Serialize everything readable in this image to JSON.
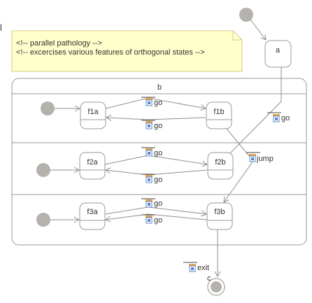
{
  "note": {
    "lines": [
      "<!-- parallel pathology -->",
      "<!-- excercises various features of orthogonal states -->"
    ]
  },
  "edge_glyph": "l",
  "states": {
    "a": "a",
    "b": "b",
    "c": "c",
    "f1a": "f1a",
    "f1b": "f1b",
    "f2a": "f2a",
    "f2b": "f2b",
    "f3a": "f3a",
    "f3b": "f3b"
  },
  "events": {
    "a_to_f2b": "go",
    "f1a_to_f1b": "go",
    "f1b_to_f1a": "go",
    "f2a_to_f2b": "go",
    "f2b_to_f2a": "go",
    "f3a_to_f3b": "go",
    "f3b_to_f3a": "go",
    "f1b_to_f3b": "jump",
    "f3b_to_c": "exit"
  },
  "colors": {
    "initial_dot": "#b5b2ad",
    "note_fill": "#ffffcc",
    "note_border": "#d8c98a",
    "state_border": "#9a9a9a",
    "edge": "#9a9a9a",
    "event_icon_flag": "#e7a44a",
    "event_icon_box": "#5a86c9"
  }
}
